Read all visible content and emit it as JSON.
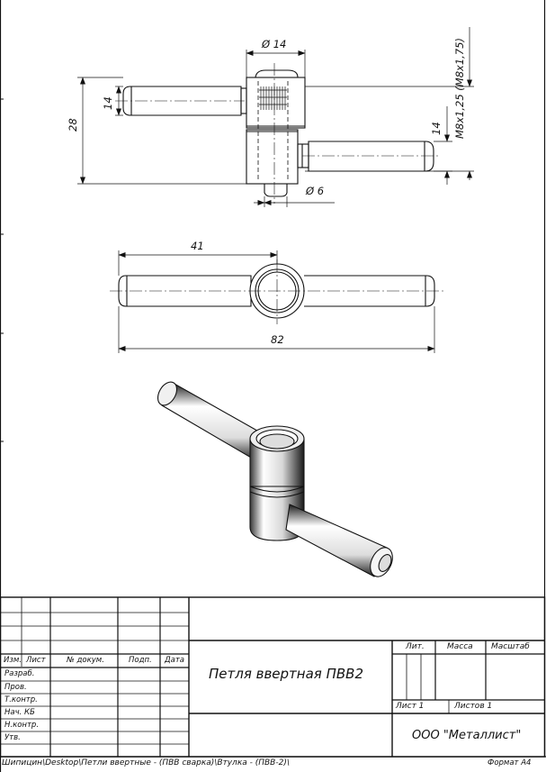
{
  "dimensions": {
    "hole_dia": "Ø 14",
    "height": "28",
    "pin_left": "14",
    "pin_right": "14",
    "thread": "M8x1,25 (M8x1,75)",
    "pin_dia": "Ø 6",
    "half_length": "41",
    "total_length": "82"
  },
  "title_block": {
    "headers": {
      "izm": "Изм.",
      "list": "Лист",
      "doc": "№ докум.",
      "podp": "Подп.",
      "data": "Дата"
    },
    "rows": [
      "Разраб.",
      "Пров.",
      "Т.контр.",
      "Нач. КБ",
      "Н.контр.",
      "Утв."
    ],
    "title": "Петля ввертная ПВВ2",
    "lit": "Лит.",
    "massa": "Масса",
    "masshtab": "Масштаб",
    "sheet": "Лист 1",
    "sheets": "Листов 1",
    "company": "ООО \"Металлист\""
  },
  "footer": {
    "path": "Шипицин\\Desktop\\Петли ввертные - (ПВВ сварка)\\Втулка - (ПВВ-2)\\",
    "format": "Формат А4"
  }
}
